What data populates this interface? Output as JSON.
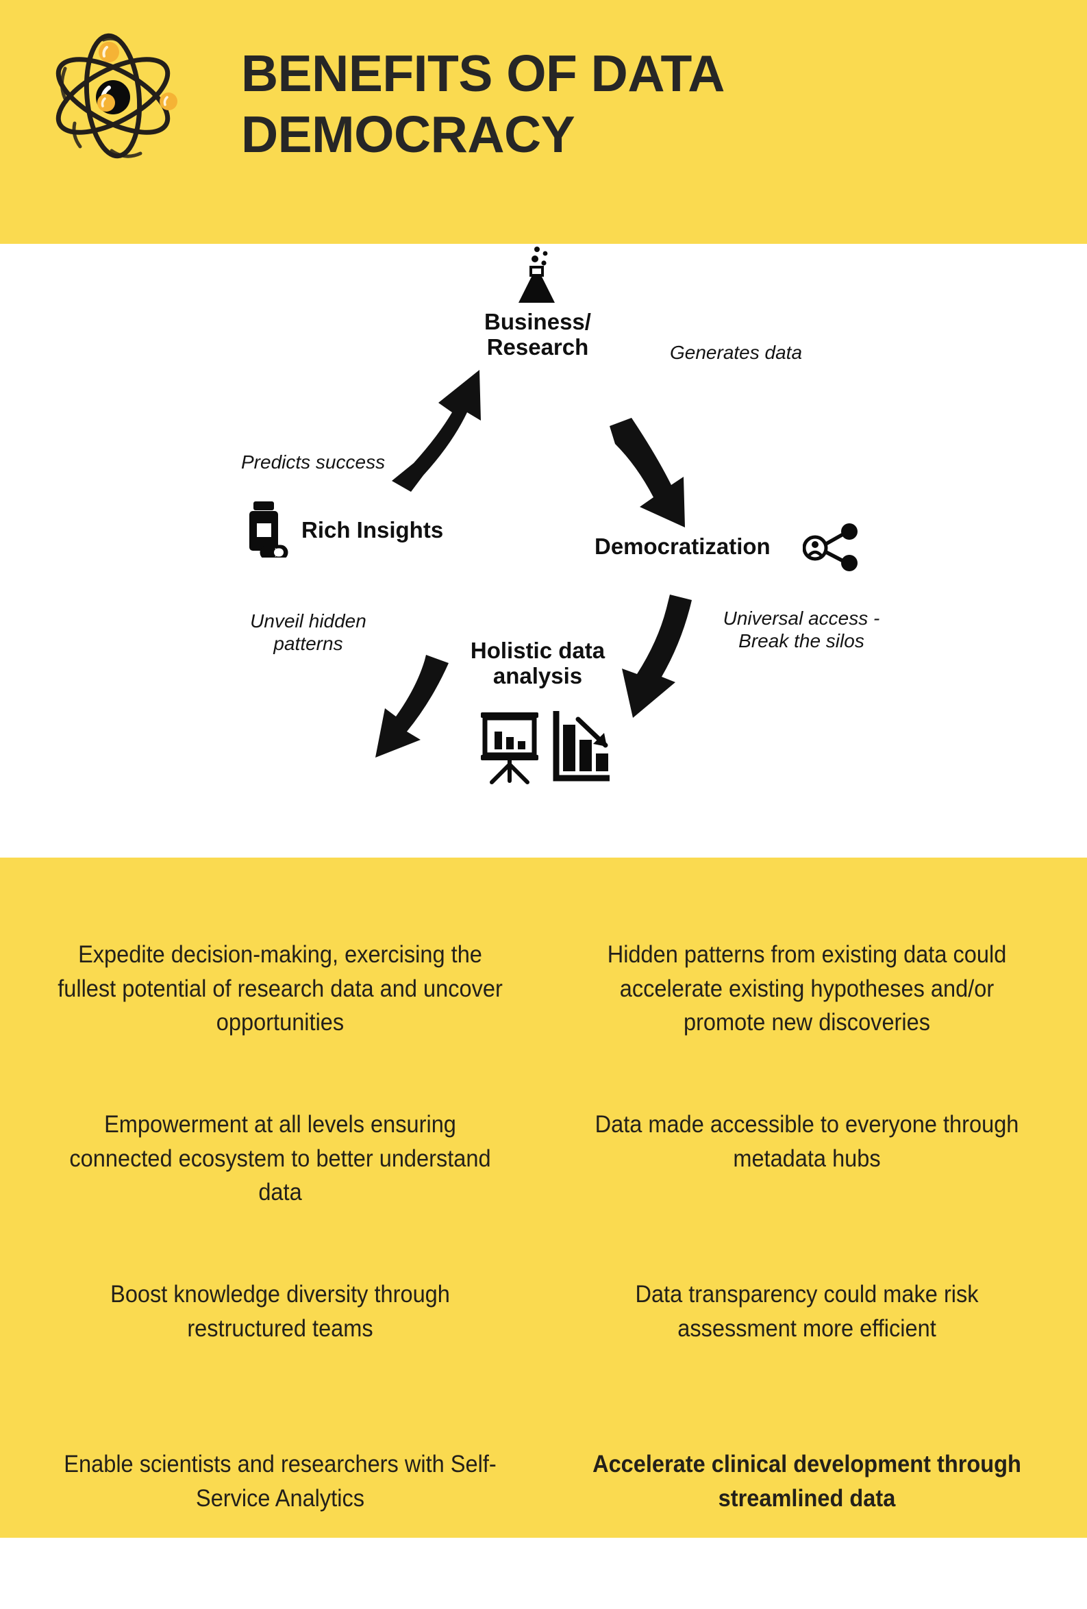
{
  "header": {
    "title_lines": [
      "Benefits of Data",
      "Democracy"
    ],
    "background_color": "#FADA50",
    "logo_icon": "atom-icon",
    "logo_electron_color": "#F5B335"
  },
  "cycle": {
    "nodes": [
      {
        "id": "business-research",
        "label": "Business/\nResearch",
        "icon": "flask-icon"
      },
      {
        "id": "democratization",
        "label": "Democratization",
        "icon": "share-network-icon"
      },
      {
        "id": "holistic-data-analysis",
        "label": "Holistic data\nanalysis",
        "icon": "presentation-chart-icon"
      },
      {
        "id": "rich-insights",
        "label": "Rich Insights",
        "icon": "medicine-bottle-icon"
      }
    ],
    "edges": [
      {
        "id": "generates-data",
        "label": "Generates data",
        "from": "business-research",
        "to": "democratization"
      },
      {
        "id": "universal-access",
        "label": "Universal access -\nBreak the silos",
        "from": "democratization",
        "to": "holistic-data-analysis"
      },
      {
        "id": "unveil-hidden-patterns",
        "label": "Unveil hidden\npatterns",
        "from": "holistic-data-analysis",
        "to": "rich-insights"
      },
      {
        "id": "predicts-success",
        "label": "Predicts success",
        "from": "rich-insights",
        "to": "business-research"
      }
    ]
  },
  "benefits": {
    "background_color": "#FADA50",
    "items": [
      {
        "text": "Expedite decision-making, exercising the fullest potential of research data and uncover opportunities",
        "emphasis": false
      },
      {
        "text": "Hidden patterns from existing data could accelerate existing hypotheses and/or promote new discoveries",
        "emphasis": false
      },
      {
        "text": "Empowerment at all levels ensuring connected ecosystem to better understand data",
        "emphasis": false
      },
      {
        "text": "Data made accessible to everyone through metadata hubs",
        "emphasis": false
      },
      {
        "text": "Boost knowledge diversity through restructured teams",
        "emphasis": false
      },
      {
        "text": "Data transparency could make risk assessment more efficient",
        "emphasis": false
      },
      {
        "text": "Enable scientists and researchers with Self-Service Analytics",
        "emphasis": false
      },
      {
        "text": "Accelerate clinical development through streamlined data",
        "emphasis": true
      }
    ]
  }
}
